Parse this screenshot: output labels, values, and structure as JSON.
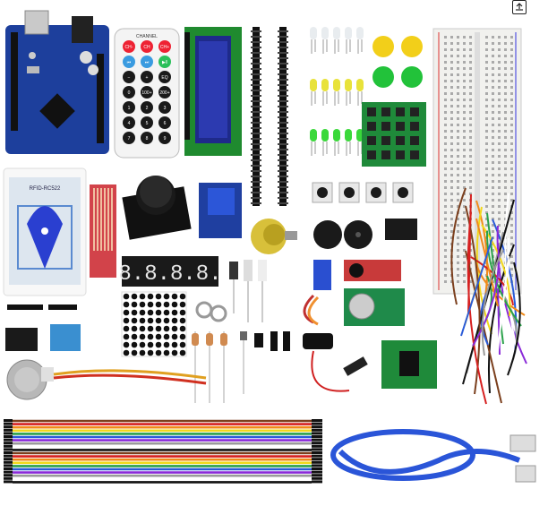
{
  "product": {
    "remote_label": "CHANNEL",
    "remote_keys": [
      "CH-",
      "CH",
      "CH+",
      "⏮",
      "⏭",
      "▶‖",
      "−",
      "+",
      "EQ",
      "0",
      "100+",
      "200+",
      "1",
      "2",
      "3",
      "4",
      "5",
      "6",
      "7",
      "8",
      "9"
    ],
    "rfid_label": "RFID-RC522",
    "seven_segment_text": "8.8.8.8.",
    "colors": {
      "board_blue": "#1d3f9c",
      "breadboard": "#f1f1ee",
      "jumper_wires": [
        "#7b3f1d",
        "#d62020",
        "#f08a1a",
        "#f2d81a",
        "#2aa14a",
        "#2a5bd8",
        "#8a2ad8",
        "#9a9a9a",
        "#ffffff",
        "#111111"
      ]
    }
  },
  "ui": {
    "corner_button_icon": "external-link-icon"
  }
}
